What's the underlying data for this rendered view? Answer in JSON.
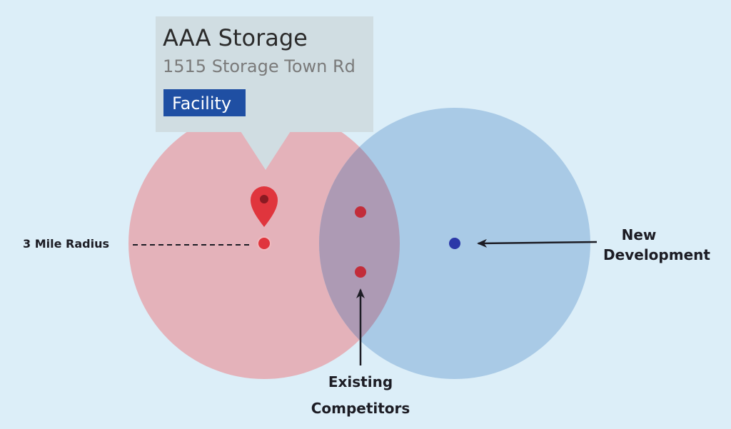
{
  "facility": {
    "name": "AAA Storage",
    "address": "1515 Storage Town Rd",
    "badge": "Facility"
  },
  "labels": {
    "radius": "3 Mile Radius",
    "new_development_line1": "New",
    "new_development_line2": "Development",
    "competitors_line1": "Existing",
    "competitors_line2": "Competitors"
  },
  "colors": {
    "background": "#dceef8",
    "facility_circle": "#e4b2ba",
    "development_circle": "#a9cae6",
    "overlap": "#ad9ab4",
    "facility_marker": "#e0353d",
    "competitor_marker": "#c22d3a",
    "development_marker": "#2b38a8",
    "badge": "#1f4fa3",
    "callout": "#d0dde2"
  },
  "icons": {
    "location": "map-pin-icon"
  }
}
